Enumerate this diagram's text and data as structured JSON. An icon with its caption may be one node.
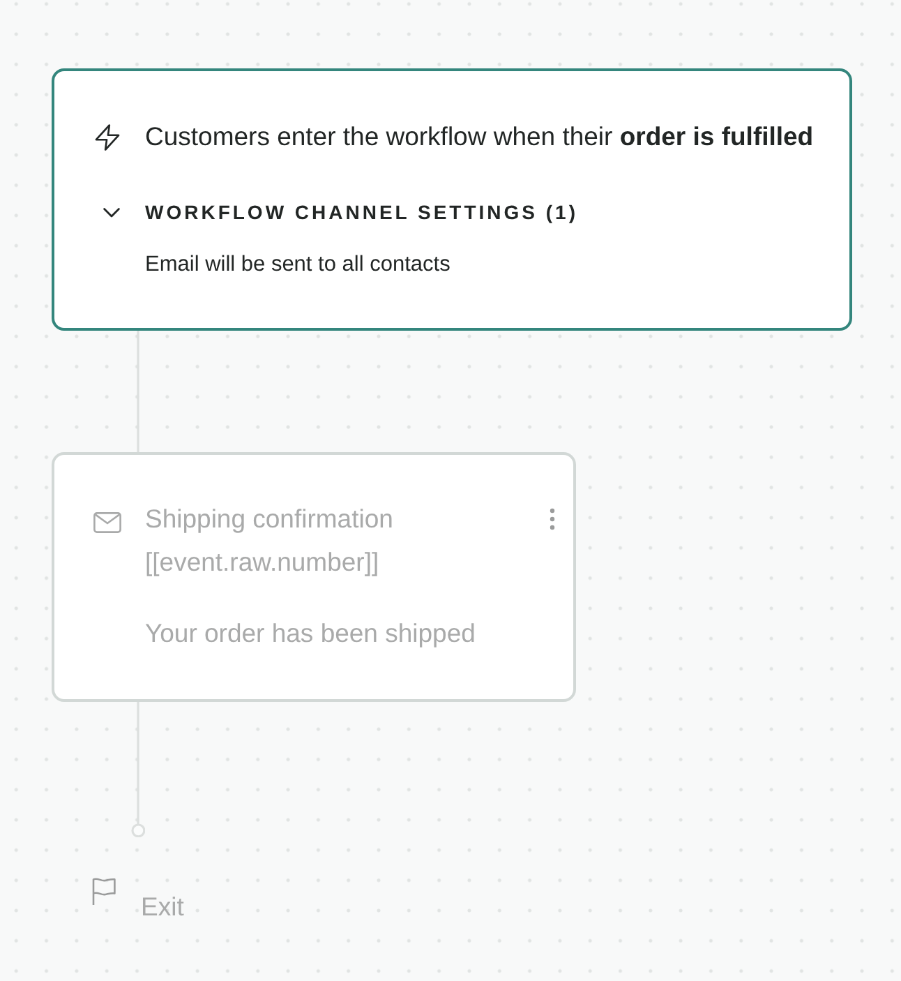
{
  "diagram": {
    "nodes": [
      {
        "text": [
          "Customers enter the workflow when their **order is fulfilled**",
          "WORKFLOW CHANNEL SETTINGS (1)",
          "Email will be sent to all contacts"
        ]
      },
      {
        "text": [
          "Shipping confirmation [[event.raw.number]]",
          "Your order has been shipped"
        ]
      },
      {
        "text": [],
        "shape": "circle"
      }
    ],
    "edges": [
      {
        "from": 0,
        "to": 1,
        "arrow": "none"
      },
      {
        "from": 1,
        "to": 2,
        "arrow": "none"
      }
    ],
    "labels": [
      "Exit"
    ]
  }
}
